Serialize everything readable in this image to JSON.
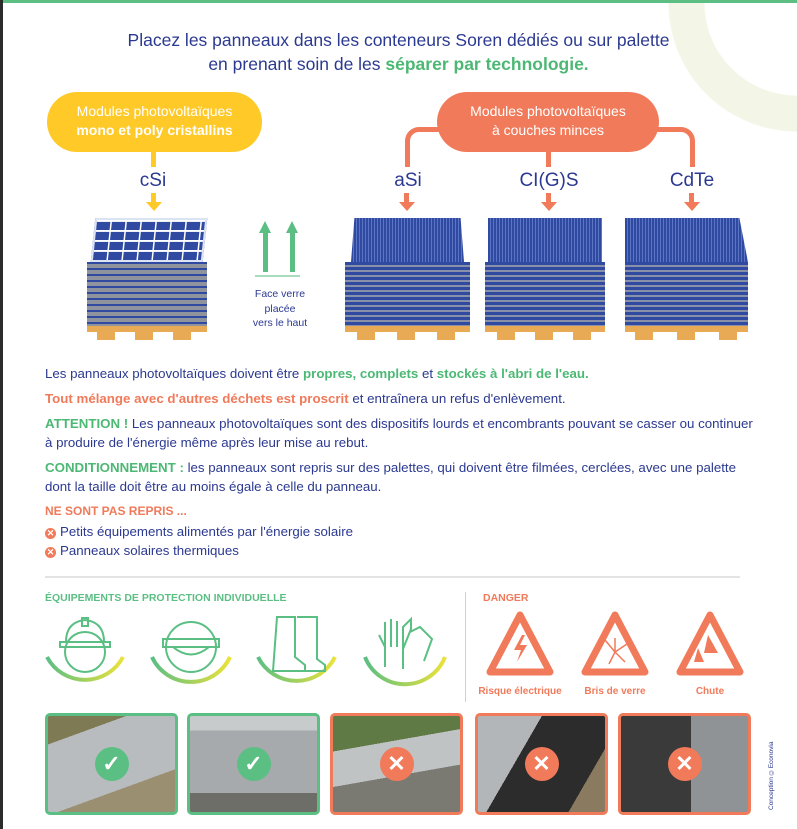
{
  "title": {
    "line1": "Placez les panneaux dans les conteneurs Soren dédiés ou sur palette",
    "line2_prefix": "en prenant soin de les ",
    "line2_highlight": "séparer par technologie."
  },
  "crystalline": {
    "line1": "Modules photovoltaïques",
    "line2": "mono et poly cristallins",
    "tech": "cSi"
  },
  "thin_film": {
    "line1": "Modules photovoltaïques",
    "line2": "à couches minces",
    "techs": [
      "aSi",
      "CI(G)S",
      "CdTe"
    ]
  },
  "orientation": {
    "line1": "Face verre",
    "line2": "placée",
    "line3": "vers le haut"
  },
  "paragraphs": {
    "p1_a": "Les panneaux photovoltaïques doivent être ",
    "p1_b": "propres, complets",
    "p1_c": " et ",
    "p1_d": "stockés à l'abri de l'eau.",
    "p2_a": "Tout mélange avec d'autres déchets est proscrit",
    "p2_b": " et entraînera un refus d'enlèvement.",
    "p3_a": "ATTENTION !",
    "p3_b": " Les panneaux photovoltaïques sont des dispositifs lourds et encombrants pouvant se casser ou continuer à produire de l'énergie même après leur mise au rebut.",
    "p4_a": "CONDITIONNEMENT :",
    "p4_b": " les panneaux sont repris sur des palettes, qui doivent être filmées, cerclées, avec une palette dont la taille doit être au moins égale à celle du panneau."
  },
  "not_accepted": {
    "heading": "NE SONT PAS REPRIS ...",
    "items": [
      "Petits équipements alimentés par l'énergie solaire",
      "Panneaux solaires thermiques"
    ]
  },
  "ppe": {
    "heading": "ÉQUIPEMENTS DE PROTECTION INDIVIDUELLE",
    "icons": [
      "helmet-icon",
      "goggles-icon",
      "boots-icon",
      "gloves-icon"
    ]
  },
  "danger": {
    "heading": "DANGER",
    "items": [
      "Risque électrique",
      "Bris de verre",
      "Chute"
    ]
  },
  "photos": [
    {
      "status": "ok"
    },
    {
      "status": "ok"
    },
    {
      "status": "ko"
    },
    {
      "status": "ko"
    },
    {
      "status": "ko"
    }
  ],
  "credit": "Conception ©Econovia",
  "colors": {
    "navy": "#2b3990",
    "green": "#5bbf83",
    "yellow": "#ffc928",
    "orange": "#f07a5a"
  }
}
